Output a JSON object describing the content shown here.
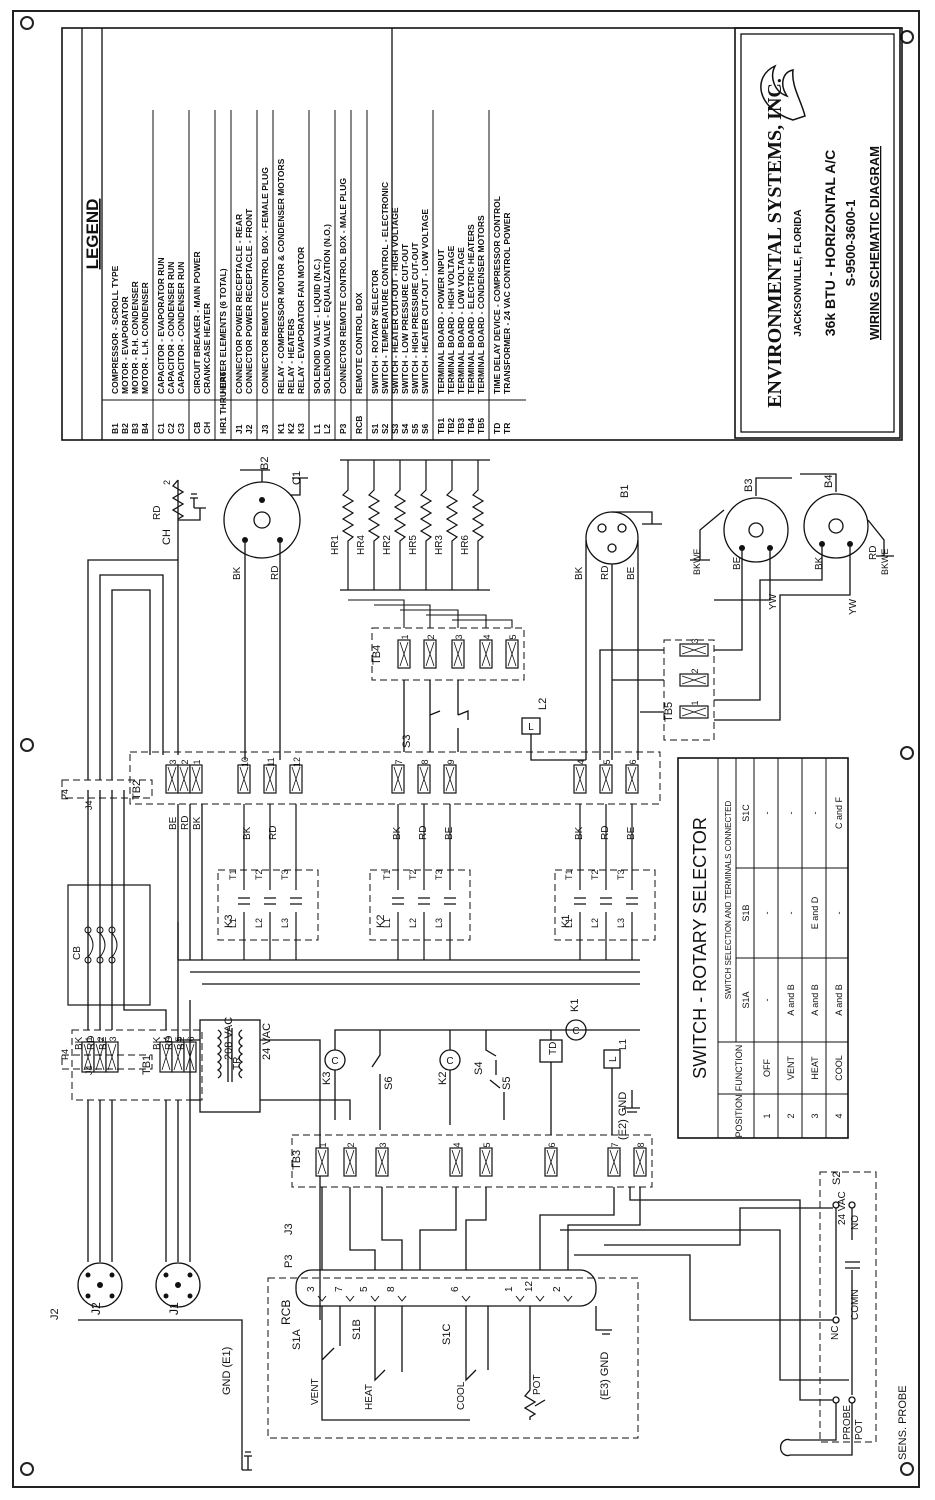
{
  "title_block": {
    "company": "ENVIRONMENTAL SYSTEMS, INC.",
    "location": "JACKSONVILLE, FLORIDA",
    "product": "36k BTU - HORIZONTAL A/C",
    "part_number": "S-9500-3600-1",
    "drawing_title": "WIRING SCHEMATIC DIAGRAM"
  },
  "legend": {
    "heading": "LEGEND",
    "groups": [
      [
        [
          "B1",
          "COMPRESSOR - SCROLL TYPE"
        ],
        [
          "B2",
          "MOTOR - EVAPORATOR"
        ],
        [
          "B3",
          "MOTOR - R.H. CONDENSER"
        ],
        [
          "B4",
          "MOTOR - L.H. CONDENSER"
        ]
      ],
      [
        [
          "C1",
          "CAPACITOR - EVAPORATOR RUN"
        ],
        [
          "C2",
          "CAPACITOR - CONDENSER RUN"
        ],
        [
          "C3",
          "CAPACITOR - CONDENSER RUN"
        ]
      ],
      [
        [
          "CB",
          "CIRCUIT BREAKER - MAIN POWER"
        ],
        [
          "CH",
          "CRANKCASE HEATER"
        ]
      ],
      [
        [
          "HR1 THRU HR6",
          "HEATER ELEMENTS (6 TOTAL)"
        ]
      ],
      [
        [
          "J1",
          "CONNECTOR POWER RECEPTACLE - REAR"
        ],
        [
          "J2",
          "CONNECTOR POWER RECEPTACLE - FRONT"
        ]
      ],
      [
        [
          "J3",
          "CONNECTOR REMOTE CONTROL BOX - FEMALE PLUG"
        ]
      ],
      [
        [
          "K1",
          "RELAY - COMPRESSOR MOTOR & CONDENSER MOTORS"
        ],
        [
          "K2",
          "RELAY - HEATERS"
        ],
        [
          "K3",
          "RELAY - EVAPORATOR FAN MOTOR"
        ]
      ],
      [
        [
          "L1",
          "SOLENOID VALVE - LIQUID (N.C.)"
        ],
        [
          "L2",
          "SOLENOID VALVE - EQUALIZATION (N.O.)"
        ]
      ],
      [
        [
          "P3",
          "CONNECTOR REMOTE CONTROL BOX - MALE PLUG"
        ]
      ],
      [
        [
          "RCB",
          "REMOTE CONTROL BOX"
        ]
      ],
      [
        [
          "S1",
          "SWITCH - ROTARY SELECTOR"
        ],
        [
          "S2",
          "SWITCH - TEMPERATURE CONTROL - ELECTRONIC"
        ],
        [
          "S3",
          "SWITCH - HEATER CUT-OUT - HIGH VOLTAGE"
        ],
        [
          "S4",
          "SWITCH - LOW PRESSURE CUT-OUT"
        ],
        [
          "S5",
          "SWITCH - HIGH PRESSURE CUT-OUT"
        ],
        [
          "S6",
          "SWITCH - HEATER CUT-OUT - LOW VOLTAGE"
        ]
      ],
      [
        [
          "TB1",
          "TERMINAL BOARD - POWER INPUT"
        ],
        [
          "TB2",
          "TERMINAL BOARD - HIGH VOLTAGE"
        ],
        [
          "TB3",
          "TERMINAL BOARD - LOW VOLTAGE"
        ],
        [
          "TB4",
          "TERMINAL BOARD - ELECTRIC HEATERS"
        ],
        [
          "TB5",
          "TERMINAL BOARD - CONDENSER MOTORS"
        ]
      ],
      [
        [
          "TD",
          "TIME DELAY DEVICE - COMPRESSOR CONTROL"
        ],
        [
          "TR",
          "TRANSFORMER - 24 VAC CONTROL POWER"
        ]
      ]
    ]
  },
  "selector_table": {
    "title": "SWITCH - ROTARY SELECTOR",
    "headers": [
      "POSITION",
      "FUNCTION",
      "SWITCH SELECTION AND TERMINALS CONNECTED"
    ],
    "sub_headers": [
      "S1A",
      "S1B",
      "S1C"
    ],
    "rows": [
      [
        "1",
        "OFF",
        "-",
        "-",
        "-"
      ],
      [
        "2",
        "VENT",
        "A and B",
        "-",
        "-"
      ],
      [
        "3",
        "HEAT",
        "A and B",
        "E and D",
        "-"
      ],
      [
        "4",
        "COOL",
        "A and B",
        "-",
        "C and F"
      ]
    ]
  },
  "components": {
    "relays": [
      "K1",
      "K2",
      "K3"
    ],
    "relay_contacts": [
      "L1",
      "L2",
      "L3",
      "T1",
      "T2",
      "T3"
    ],
    "terminal_boards": [
      "TB1",
      "TB2",
      "TB3",
      "TB4",
      "TB5"
    ],
    "connectors": [
      "J1",
      "J2",
      "J3",
      "J4",
      "P3",
      "P4"
    ],
    "motors": [
      "B1",
      "B2",
      "B3",
      "B4"
    ],
    "heaters": [
      "HR1",
      "HR2",
      "HR3",
      "HR4",
      "HR5",
      "HR6"
    ],
    "switches": [
      "S1A",
      "S1B",
      "S1C",
      "S2",
      "S3",
      "S4",
      "S5",
      "S6"
    ],
    "misc": [
      "CB",
      "CH",
      "C1",
      "L1",
      "L2",
      "TD",
      "TR",
      "RCB",
      "POT"
    ]
  },
  "labels": {
    "vac208": "208 VAC",
    "vac24": "24 VAC",
    "vac24_s2": "24 VAC",
    "gnd_e1": "GND (E1)",
    "gnd_e2": "(E2) GND",
    "gnd_e3": "(E3) GND",
    "sens_probe": "SENS. PROBE",
    "probe": "PROBE",
    "pot": "POT",
    "comn": "COMN",
    "no": "NO",
    "nc": "NC",
    "vent": "VENT",
    "heat": "HEAT",
    "cool": "COOL",
    "wire_colors": [
      "BK",
      "RD",
      "BE",
      "YW",
      "BKWE"
    ]
  }
}
